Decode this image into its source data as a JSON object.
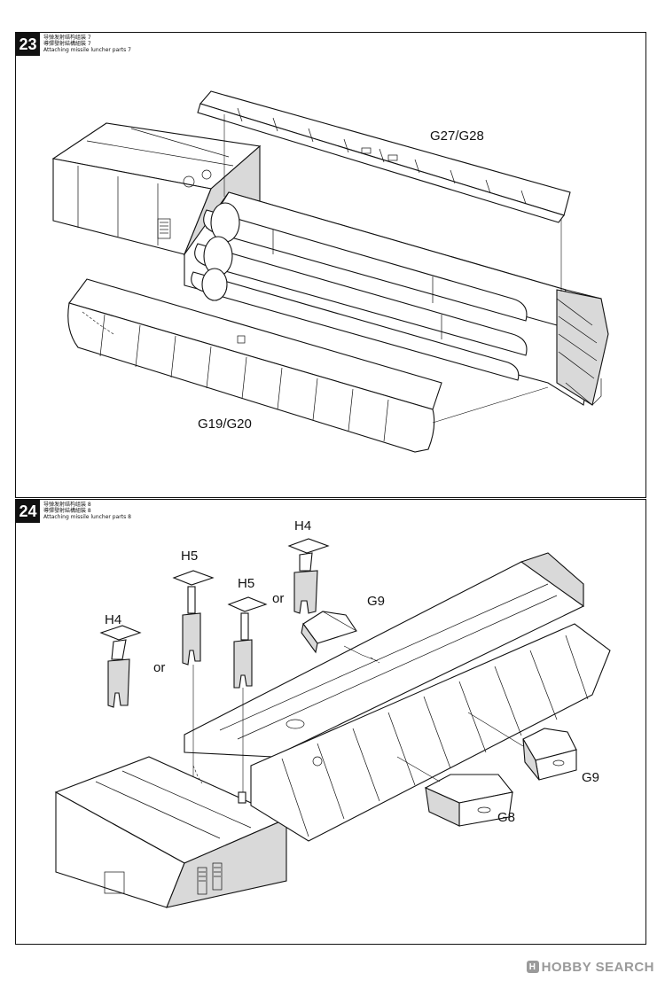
{
  "steps": [
    {
      "number": "23",
      "caption_lines": [
        "导弹发射结构组装 7",
        "導彈發射結構組裝 7",
        "Attaching missile luncher parts 7"
      ],
      "labels": {
        "top_cover": "G27/G28",
        "side_cover": "G19/G20"
      }
    },
    {
      "number": "24",
      "caption_lines": [
        "导弹发射结构组装 8",
        "導彈發射結構組裝 8",
        "Attaching missile luncher parts 8"
      ],
      "labels": {
        "h4_left": "H4",
        "or_left": "or",
        "h5_mid": "H5",
        "h5_right": "H5",
        "or_right": "or",
        "h4_right": "H4",
        "g9_top": "G9",
        "g9_bottom": "G9",
        "g8": "G8"
      }
    }
  ],
  "watermark": {
    "badge": "H",
    "text": "HOBBY SEARCH"
  }
}
